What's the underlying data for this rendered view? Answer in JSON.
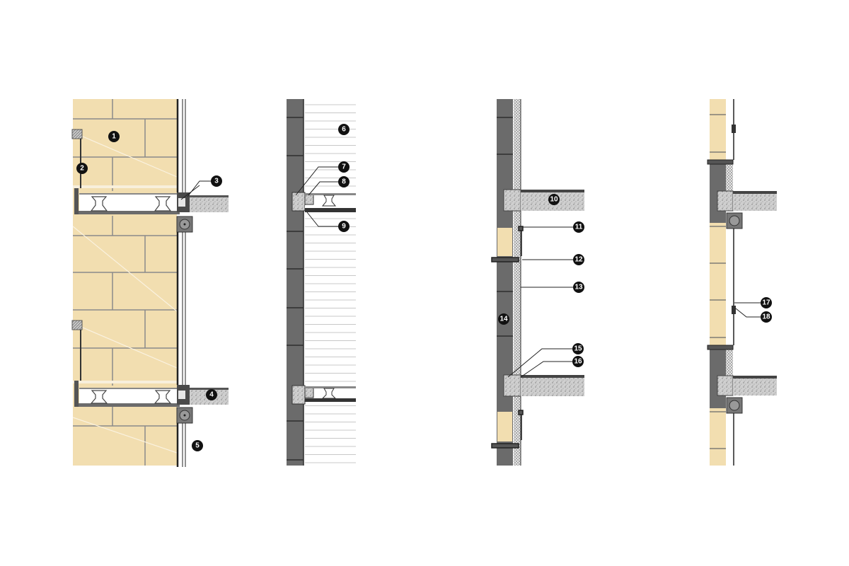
{
  "diagram": {
    "type": "architectural wall section details",
    "colors": {
      "stone": "#f2deb0",
      "stone_joint": "#8a8a8a",
      "brick": "#6b6b6b",
      "brick_joint": "#2e2e2e",
      "insulation": "#d9d9d9",
      "concrete": "#bdbdbd",
      "label_fill": "#111111",
      "label_text": "#ffffff",
      "frame": "#2a2a2a"
    },
    "panels": [
      {
        "id": "panel-1",
        "description": "Stone cladding facade with glazed curtain and raised floor",
        "labels": [
          "1",
          "2",
          "3",
          "4",
          "5"
        ]
      },
      {
        "id": "panel-2",
        "description": "Masonry wall with lamella facing and raised floor",
        "labels": [
          "6",
          "7",
          "8",
          "9"
        ]
      },
      {
        "id": "panel-3",
        "description": "Masonry wall with insulation, concrete slabs and windows",
        "labels": [
          "10",
          "11",
          "12",
          "13",
          "14",
          "15",
          "16"
        ]
      },
      {
        "id": "panel-4",
        "description": "Stone and masonry wall with insulation, slab and roller shutter",
        "labels": [
          "17",
          "18"
        ]
      }
    ],
    "labels": {
      "l1": "1",
      "l2": "2",
      "l3": "3",
      "l4": "4",
      "l5": "5",
      "l6": "6",
      "l7": "7",
      "l8": "8",
      "l9": "9",
      "l10": "10",
      "l11": "11",
      "l12": "12",
      "l13": "13",
      "l14": "14",
      "l15": "15",
      "l16": "16",
      "l17": "17",
      "l18": "18"
    }
  }
}
